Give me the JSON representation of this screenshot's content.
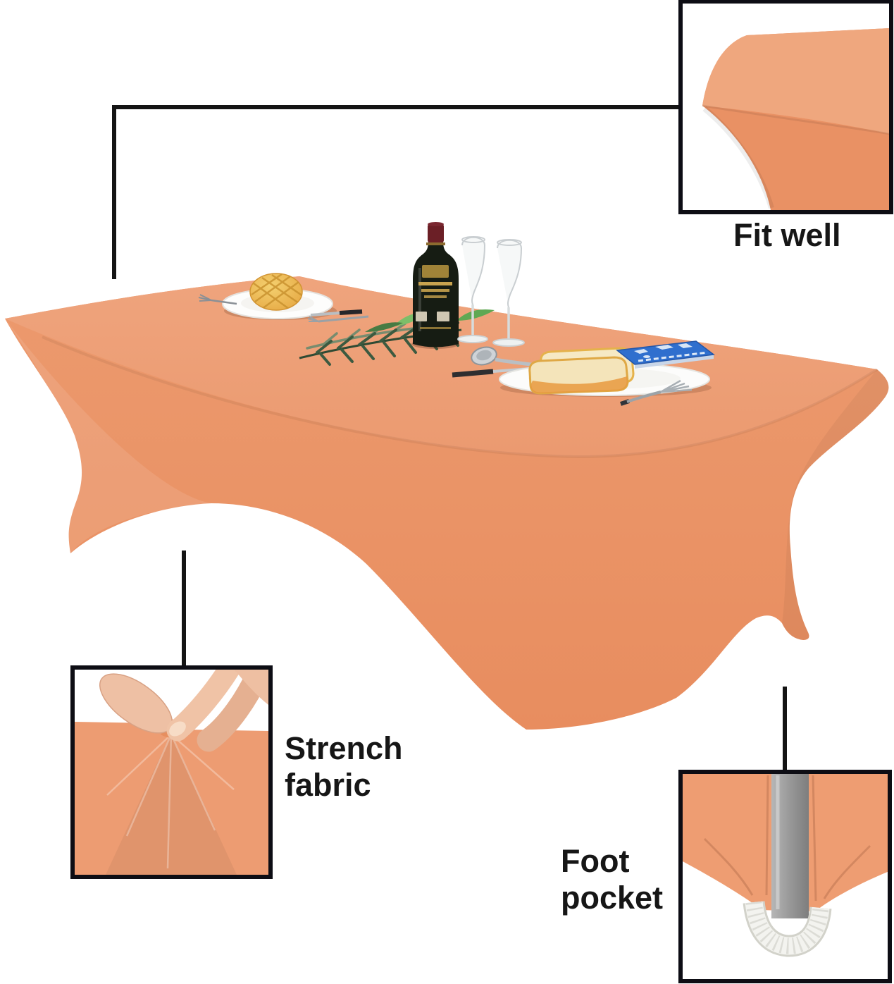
{
  "page": {
    "background": "#ffffff"
  },
  "callouts": [
    {
      "id": "fit-well",
      "label": "Fit well"
    },
    {
      "id": "strench-fabric",
      "label": "Strench fabric",
      "line1": "Strench",
      "line2": "fabric"
    },
    {
      "id": "foot-pocket",
      "label": "Foot pocket",
      "line1": "Foot",
      "line2": "pocket"
    }
  ],
  "scene": {
    "subject": "rectangular-table-with-stretch-fitted-tablecloth",
    "items": [
      "wine-bottle",
      "champagne-flute",
      "champagne-flute",
      "palm-leaf",
      "plate-with-melon-bun",
      "plate-with-toast",
      "blue-booklet",
      "spoon",
      "knife",
      "fork",
      "fork"
    ],
    "insets": [
      "corner-fit-closeup",
      "hand-stretching-fabric-closeup",
      "table-leg-foot-pocket-closeup"
    ]
  },
  "colors": {
    "tablecloth_top": "#eea179",
    "tablecloth_front": "#e98f62",
    "connector_line": "#141414",
    "inset_border": "#0d0d14",
    "label_text": "#161616",
    "book_blue": "#2f6fce",
    "pole_gray": "#999999",
    "foot_band_white": "#f3f3ef",
    "bun_gold": "#eebb55",
    "toast_cream": "#f5e8c2",
    "toast_crust": "#e2a445",
    "leaf_green": "#3c5a40",
    "bottle_dark": "#161c13",
    "bottle_cap": "#6b1f26",
    "hand_skin": "#eec0a4"
  }
}
